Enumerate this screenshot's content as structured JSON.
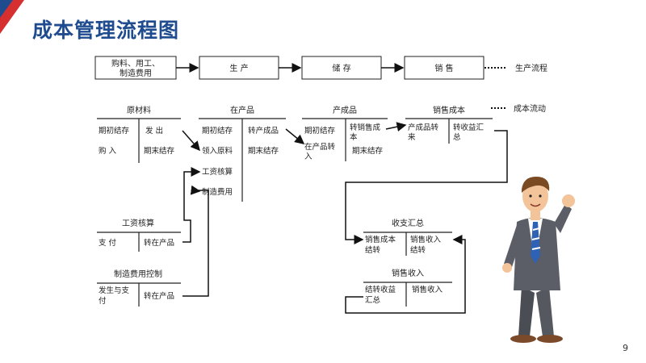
{
  "title": "成本管理流程图",
  "page_number": "9",
  "flow": {
    "boxes": [
      "购料、用工、",
      "制造费用",
      "生 产",
      "储 存",
      "销 售"
    ],
    "legend_production": "生产流程",
    "legend_cost": "成本流动"
  },
  "accounts": {
    "raw_materials": {
      "title": "原材料",
      "left": [
        "期初结存",
        "购 入"
      ],
      "right": [
        "发 出",
        "期末结存"
      ]
    },
    "wip": {
      "title": "在产品",
      "left": [
        "期初结存",
        "领入原料",
        "工资核算",
        "制造费用"
      ],
      "right": [
        "转产成品",
        "期末结存"
      ]
    },
    "finished": {
      "title": "产成品",
      "left": [
        "期初结存",
        "在产品转",
        "入"
      ],
      "right": [
        "转销售成",
        "本",
        "期末结存"
      ]
    },
    "cost_of_sales": {
      "title": "销售成本",
      "left": [
        "产成品转",
        "来"
      ],
      "right": [
        "转收益汇",
        "总"
      ]
    },
    "wages": {
      "title": "工资核算",
      "left": [
        "支 付"
      ],
      "right": [
        "转在产品"
      ]
    },
    "overhead": {
      "title": "制造费用控制",
      "left": [
        "发生与支",
        "付"
      ],
      "right": [
        "转在产品"
      ]
    },
    "summary": {
      "title": "收支汇总",
      "left": [
        "销售成本",
        "结转"
      ],
      "right": [
        "销售收入",
        "结转"
      ]
    },
    "revenue": {
      "title": "销售收入",
      "left": [
        "结转收益",
        "汇总"
      ],
      "right": [
        "销售收入"
      ]
    }
  }
}
